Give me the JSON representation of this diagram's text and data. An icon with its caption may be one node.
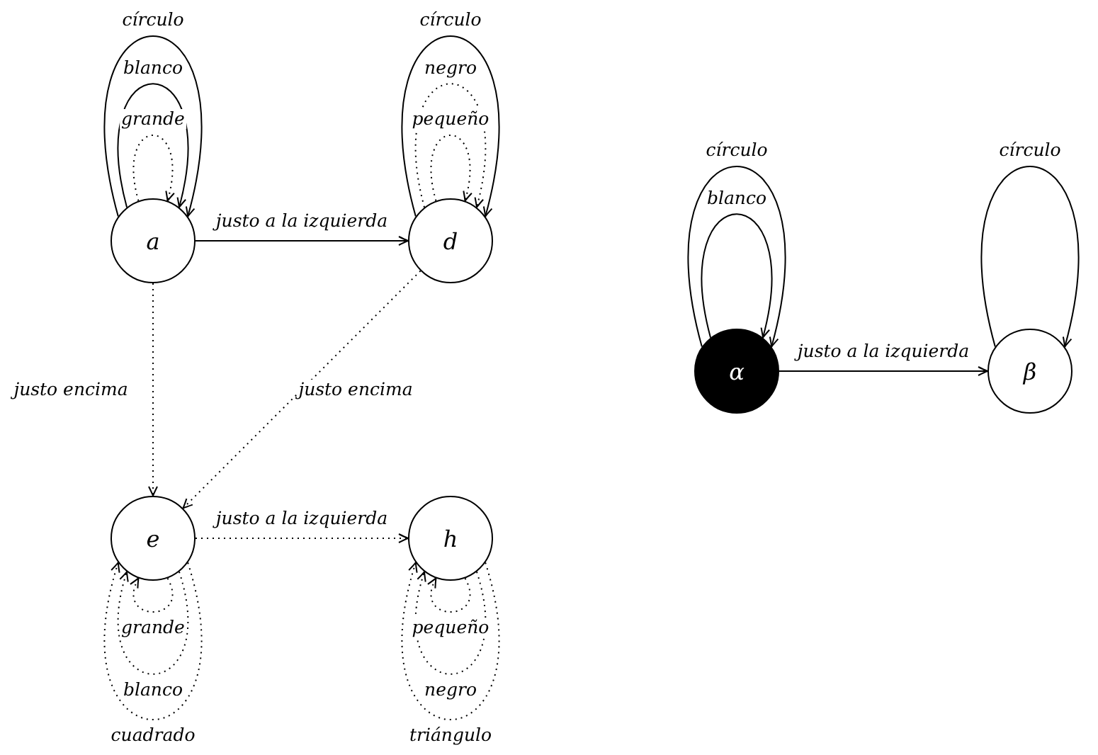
{
  "diagram": {
    "nodes": [
      {
        "text": [
          "a"
        ]
      },
      {
        "text": [
          "d"
        ]
      },
      {
        "text": [
          "e"
        ]
      },
      {
        "text": [
          "h"
        ]
      },
      {
        "text": [
          "α"
        ]
      },
      {
        "text": [
          "β"
        ]
      }
    ],
    "edges": [
      {
        "from": 0,
        "to": 0,
        "arrow": "to",
        "label": "círculo"
      },
      {
        "from": 0,
        "to": 0,
        "arrow": "to",
        "label": "blanco"
      },
      {
        "from": 0,
        "to": 0,
        "arrow": "to",
        "label": "grande",
        "style": "dashed"
      },
      {
        "from": 1,
        "to": 1,
        "arrow": "to",
        "label": "círculo"
      },
      {
        "from": 1,
        "to": 1,
        "arrow": "to",
        "label": "negro",
        "style": "dashed"
      },
      {
        "from": 1,
        "to": 1,
        "arrow": "to",
        "label": "pequeño",
        "style": "dashed"
      },
      {
        "from": 0,
        "to": 1,
        "arrow": "to",
        "label": "justo a la izquierda"
      },
      {
        "from": 0,
        "to": 2,
        "arrow": "to",
        "label": "justo encima",
        "style": "dashed"
      },
      {
        "from": 1,
        "to": 2,
        "arrow": "to",
        "label": "justo encima",
        "style": "dashed"
      },
      {
        "from": 2,
        "to": 3,
        "arrow": "to",
        "label": "justo a la izquierda",
        "style": "dashed"
      },
      {
        "from": 2,
        "to": 2,
        "arrow": "to",
        "label": "grande",
        "style": "dashed"
      },
      {
        "from": 2,
        "to": 2,
        "arrow": "to",
        "label": "blanco",
        "style": "dashed"
      },
      {
        "from": 2,
        "to": 2,
        "arrow": "to",
        "label": "cuadrado",
        "style": "dashed"
      },
      {
        "from": 3,
        "to": 3,
        "arrow": "to",
        "label": "pequeño",
        "style": "dashed"
      },
      {
        "from": 3,
        "to": 3,
        "arrow": "to",
        "label": "negro",
        "style": "dashed"
      },
      {
        "from": 3,
        "to": 3,
        "arrow": "to",
        "label": "triángulo",
        "style": "dashed"
      },
      {
        "from": 4,
        "to": 4,
        "arrow": "to",
        "label": "círculo"
      },
      {
        "from": 4,
        "to": 4,
        "arrow": "to",
        "label": "blanco"
      },
      {
        "from": 4,
        "to": 5,
        "arrow": "to",
        "label": "justo a la izquierda"
      },
      {
        "from": 5,
        "to": 5,
        "arrow": "to",
        "label": "círculo"
      }
    ]
  }
}
